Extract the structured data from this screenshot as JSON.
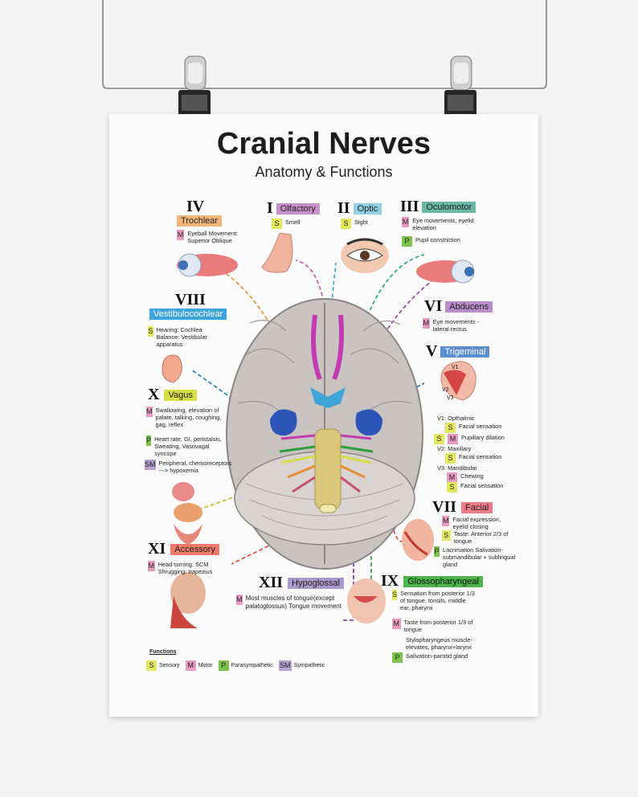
{
  "title": "Cranial Nerves",
  "subtitle": "Anatomy & Functions",
  "nerves": {
    "olfactory": {
      "num": "I",
      "name": "Olfactory",
      "items": [
        {
          "tag": "S",
          "text": "Smell"
        }
      ]
    },
    "optic": {
      "num": "II",
      "name": "Optic",
      "items": [
        {
          "tag": "S",
          "text": "Sight"
        }
      ]
    },
    "oculomotor": {
      "num": "III",
      "name": "Oculomotor",
      "items": [
        {
          "tag": "M",
          "text": "Eye movements, eyelid elevation"
        },
        {
          "tag": "P",
          "text": "Pupil constriction"
        }
      ]
    },
    "trochlear": {
      "num": "IV",
      "name": "Trochlear",
      "items": [
        {
          "tag": "M",
          "text": "Eyeball Movement: Superior Oblique"
        }
      ]
    },
    "trigeminal": {
      "num": "V",
      "name": "Trigeminal",
      "v1": "V1: Opthalmic",
      "v1_s": "Facial sensation",
      "v1_m": "Pupillary dilation",
      "v2": "V2: Maxillary",
      "v2_s": "Facial sensation",
      "v3": "V3: Mandibular",
      "v3_m": "Chewing",
      "v3_s": "Facial sensation",
      "face_labels": [
        "V1",
        "V2",
        "V3"
      ]
    },
    "abducens": {
      "num": "VI",
      "name": "Abducens",
      "items": [
        {
          "tag": "M",
          "text": "Eye movements - lateral rectus"
        }
      ]
    },
    "facial": {
      "num": "VII",
      "name": "Facial",
      "items": [
        {
          "tag": "M",
          "text": "Facial expression, eyelid closing"
        },
        {
          "tag": "S",
          "text": "Taste: Anterior 2/3 of tongue"
        },
        {
          "tag": "P",
          "text": "Lacrimation Salivation- submandibular + sublingual gland"
        }
      ]
    },
    "vestibulocochlear": {
      "num": "VIII",
      "name": "Vestibulocochlear",
      "items": [
        {
          "tag": "S",
          "text": "Hearing: Cochlea Balance: Vestibular apparatus"
        }
      ]
    },
    "glossopharyngeal": {
      "num": "IX",
      "name": "Glossopharyngeal",
      "items": [
        {
          "tag": "S",
          "text": "Sensation from posterior 1/3 of tongue, tonsils, middle ear, pharynx"
        },
        {
          "tag": "M",
          "text": "Taste from posterior 1/3 of tongue"
        },
        {
          "tag": "",
          "text": "Stylopharyngeus muscle- elevates, pharynx+larynx"
        },
        {
          "tag": "P",
          "text": "Salivation-parotid gland"
        }
      ]
    },
    "vagus": {
      "num": "X",
      "name": "Vagus",
      "items": [
        {
          "tag": "M",
          "text": "Swallowing, elevation of palate, talking, coughing, gag, reflex"
        },
        {
          "tag": "P",
          "text": "Heart rate, GI, peristalsis, Sweating, Vasovagal syncope"
        },
        {
          "tag": "SM",
          "text": "Peripheral, chemoreceptors ---> hypoxemia"
        }
      ]
    },
    "accessory": {
      "num": "XI",
      "name": "Accessory",
      "items": [
        {
          "tag": "M",
          "text": "Head turning: SCM Shrugging: trapezius"
        }
      ]
    },
    "hypoglossal": {
      "num": "XII",
      "name": "Hypoglossal",
      "items": [
        {
          "tag": "M",
          "text": "Most muscles of tongue(except palatoglossus) Tongue movement"
        }
      ]
    }
  },
  "legend": {
    "title": "Functions",
    "items": [
      {
        "tag": "S",
        "label": "Sensory"
      },
      {
        "tag": "M",
        "label": "Motor"
      },
      {
        "tag": "P",
        "label": "Parasympathetic"
      },
      {
        "tag": "SM",
        "label": "Sympathetic"
      }
    ]
  },
  "colors": {
    "background": "#f4f4f4",
    "poster": "#fbfbfb",
    "sensory": "#e3e75c",
    "motor": "#e79bc3",
    "parasympathetic": "#7cc24b",
    "sympathetic": "#b8a0cf"
  }
}
